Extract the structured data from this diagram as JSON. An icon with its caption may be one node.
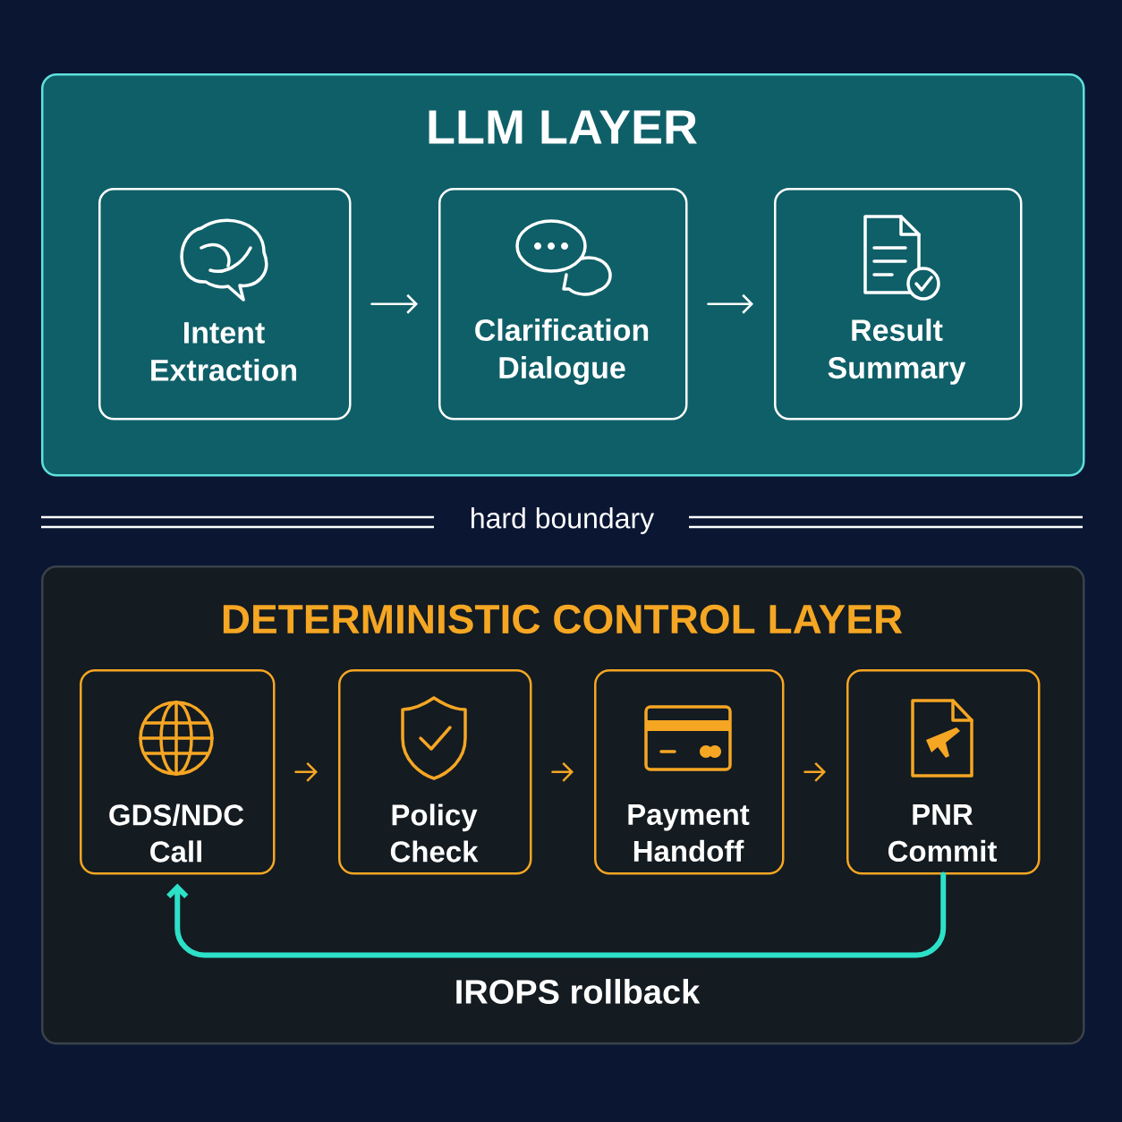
{
  "diagram": {
    "nodes": [
      {
        "text": [
          "LLM LAYER"
        ]
      },
      {
        "text": [
          "Intent Extraction"
        ],
        "in": 0
      },
      {
        "text": [
          "Clarification Dialogue"
        ],
        "in": 0
      },
      {
        "text": [
          "Result Summary"
        ],
        "in": 0
      },
      {
        "text": [
          "DETERMINISTIC CONTROL LAYER"
        ]
      },
      {
        "text": [
          "GDS/NDC Call"
        ],
        "in": 4
      },
      {
        "text": [
          "Policy Check"
        ],
        "in": 4
      },
      {
        "text": [
          "Payment Handoff"
        ],
        "in": 4
      },
      {
        "text": [
          "PNR Commit"
        ],
        "in": 4
      }
    ],
    "edges": [
      {
        "from": 1,
        "to": 2,
        "arrow": "to",
        "color": "#ffffff"
      },
      {
        "from": 2,
        "to": 3,
        "arrow": "to",
        "color": "#ffffff"
      },
      {
        "from": 5,
        "to": 6,
        "arrow": "to",
        "color": "#f5a623"
      },
      {
        "from": 6,
        "to": 7,
        "arrow": "to",
        "color": "#f5a623"
      },
      {
        "from": 7,
        "to": 8,
        "arrow": "to",
        "color": "#f5a623"
      },
      {
        "from": 8,
        "to": 5,
        "arrow": "to",
        "label": "IROPS rollback",
        "style": "thick",
        "color": "#2de0c8"
      }
    ],
    "labels": [
      "hard boundary"
    ]
  }
}
